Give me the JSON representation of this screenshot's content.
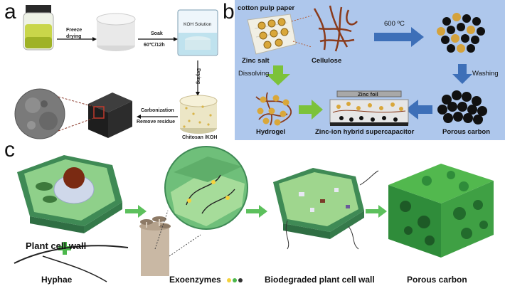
{
  "panel_a": {
    "letter": "a",
    "labels": {
      "freeze": "Freeze\ndrying",
      "soak": "Soak",
      "soak_cond": "60℃/12h",
      "koh": "KOH Solution",
      "drying": "Drying",
      "carbonization": "Carbonization",
      "remove": "Remove residue",
      "chitosan": "Chitosan /KOH"
    }
  },
  "panel_b": {
    "letter": "b",
    "labels": {
      "paper": "cotton pulp paper",
      "zinc_salt": "Zinc salt",
      "cellulose": "Cellulose",
      "temp": "600 ºC",
      "dissolving": "Dissolving",
      "washing": "Washing",
      "zinc_foil": "Zinc foil",
      "hydrogel": "Hydrogel",
      "device": "Zinc-ion hybrid supercapacitor",
      "porous": "Porous carbon"
    },
    "colors": {
      "background": "#aec7ec",
      "arrow_blue": "#3d6fb8",
      "arrow_green": "#7cc23a"
    }
  },
  "panel_c": {
    "letter": "c",
    "labels": {
      "plant": "Plant cell  wall",
      "plus": "+",
      "hyphae": "Hyphae",
      "exo": "Exoenzymes",
      "bio": "Biodegraded plant cell wall",
      "porous": "Porous carbon"
    },
    "colors": {
      "arrow_green": "#5cc05c",
      "cell_green": "#4fa064"
    }
  }
}
